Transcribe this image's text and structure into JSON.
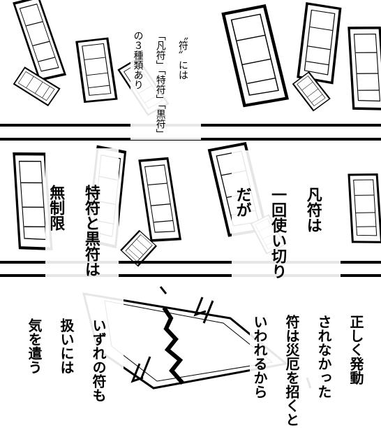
{
  "panels": [
    {
      "id": "panel-1",
      "captions": [
        {
          "id": "caption-1",
          "lines": [
            "〝符〟には",
            "「凡符」「特符」「黒符」",
            "の３種類あり"
          ]
        }
      ]
    },
    {
      "id": "panel-2",
      "captions": [
        {
          "id": "caption-2",
          "lines": [
            "凡符は",
            "一回使い切り",
            "だが"
          ]
        },
        {
          "id": "caption-3",
          "lines": [
            "特符と黒符は",
            "無制限"
          ]
        }
      ]
    },
    {
      "id": "panel-3",
      "captions": [
        {
          "id": "caption-4",
          "lines": [
            "正しく発動",
            "されなかった",
            "符は災厄を招くと",
            "いわれるから"
          ]
        },
        {
          "id": "caption-5",
          "lines": [
            "いずれの符も",
            "扱いには",
            "気を遣う"
          ]
        }
      ]
    }
  ],
  "colors": {
    "ink": "#000000",
    "paper": "#ffffff"
  },
  "icons": [
    "falling-talisman-icon",
    "torn-talisman-icon",
    "motion-line-icon"
  ]
}
